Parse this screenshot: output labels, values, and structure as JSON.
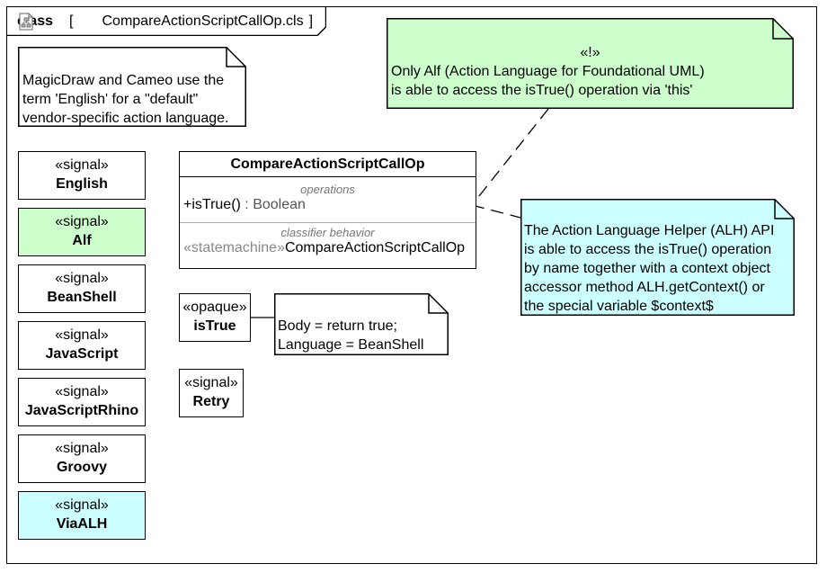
{
  "frame": {
    "keyword": "class",
    "file_name": "CompareActionScriptCallOp.cls",
    "icon": "diagram-file-icon"
  },
  "notes": {
    "vendor_note": [
      "MagicDraw and Cameo use the",
      "term 'English' for a \"default\"",
      "vendor-specific action language."
    ],
    "alf_note": {
      "marker": "«!»",
      "lines": [
        "Only Alf (Action Language for Foundational UML)",
        "is able to access the isTrue() operation via 'this'"
      ]
    },
    "alh_note": [
      "The Action Language Helper (ALH) API",
      "is able to access the isTrue() operation",
      "by name together with a context object",
      "accessor method ALH.getContext() or",
      "the special variable $context$"
    ],
    "body_note": [
      "Body = return true;",
      "Language = BeanShell"
    ]
  },
  "signals": [
    {
      "stereotype": "«signal»",
      "name": "English"
    },
    {
      "stereotype": "«signal»",
      "name": "Alf"
    },
    {
      "stereotype": "«signal»",
      "name": "BeanShell"
    },
    {
      "stereotype": "«signal»",
      "name": "JavaScript"
    },
    {
      "stereotype": "«signal»",
      "name": "JavaScriptRhino"
    },
    {
      "stereotype": "«signal»",
      "name": "Groovy"
    },
    {
      "stereotype": "«signal»",
      "name": "ViaALH"
    }
  ],
  "class_box": {
    "name": "CompareActionScriptCallOp",
    "operations_label": "operations",
    "operation_name": "+isTrue()",
    "operation_type": " : Boolean",
    "behavior_label": "classifier behavior",
    "behavior_stereotype": "«statemachine»",
    "behavior_name": "CompareActionScriptCallOp"
  },
  "opaque": {
    "stereotype": "«opaque»",
    "name": "isTrue"
  },
  "retry": {
    "stereotype": "«signal»",
    "name": "Retry"
  },
  "colors": {
    "alf_green": "#ccffcc",
    "alh_cyan": "#ccffff"
  }
}
